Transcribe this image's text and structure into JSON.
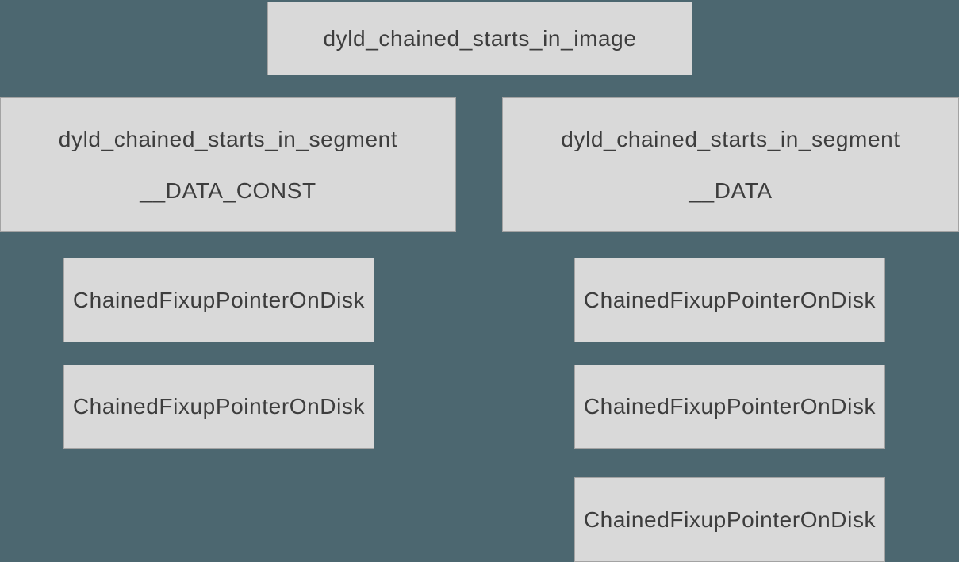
{
  "colors": {
    "background": "#4c6770",
    "box_fill": "#d9d9d9",
    "box_border": "#a3a3a3",
    "text": "#3d3d3d"
  },
  "diagram": {
    "root": {
      "label": "dyld_chained_starts_in_image"
    },
    "segments": [
      {
        "label": "dyld_chained_starts_in_segment",
        "sublabel": "__DATA_CONST",
        "children": [
          {
            "label": "ChainedFixupPointerOnDisk"
          },
          {
            "label": "ChainedFixupPointerOnDisk"
          }
        ]
      },
      {
        "label": "dyld_chained_starts_in_segment",
        "sublabel": "__DATA",
        "children": [
          {
            "label": "ChainedFixupPointerOnDisk"
          },
          {
            "label": "ChainedFixupPointerOnDisk"
          },
          {
            "label": "ChainedFixupPointerOnDisk"
          }
        ]
      }
    ]
  }
}
